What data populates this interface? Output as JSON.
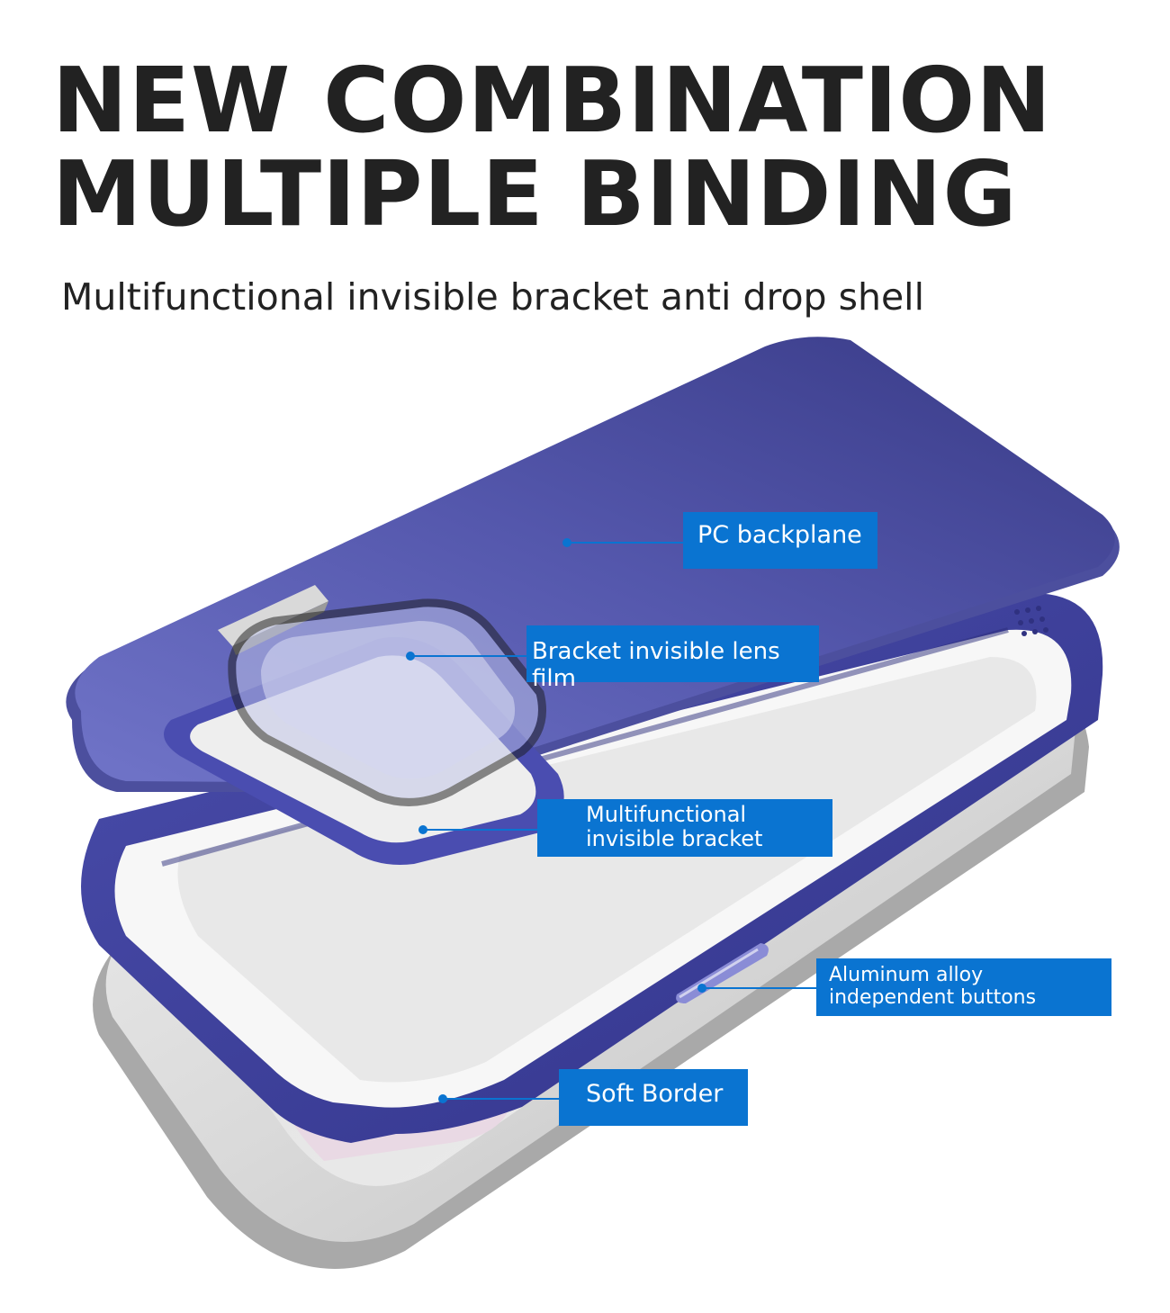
{
  "headline": {
    "line1": "NEW COMBINATION",
    "line2": "MULTIPLE BINDING"
  },
  "subtitle": "Multifunctional invisible bracket anti drop shell",
  "colors": {
    "case_blue": "#5557b0",
    "case_blue_dark": "#3a3b88",
    "callout_blue": "#0a74d1",
    "text_dark": "#222222"
  },
  "callouts": {
    "pc_backplane": "PC backplane",
    "lens_film": "Bracket invisible lens film",
    "bracket": {
      "line1": "Multifunctional",
      "line2": "invisible bracket"
    },
    "buttons": {
      "line1": "Aluminum alloy",
      "line2": "independent buttons"
    },
    "soft_border": "Soft Border"
  }
}
